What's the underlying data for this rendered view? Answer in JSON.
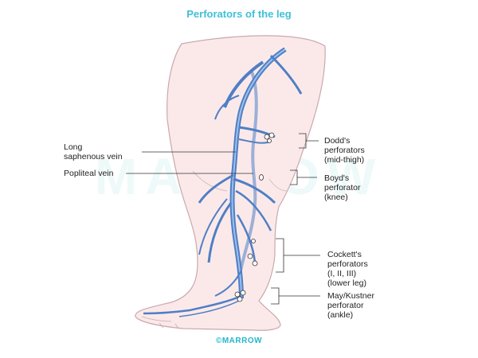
{
  "title": "Perforators of the leg",
  "watermark": "MARROW",
  "footer": "©MARROW",
  "colors": {
    "title": "#3fc0d8",
    "vein": "#4f7fc4",
    "skin": "#fbe9ea",
    "skin_outline": "#c9a9ae"
  },
  "left_labels": [
    {
      "lines": [
        "Long",
        "saphenous vein"
      ]
    },
    {
      "lines": [
        "Popliteal vein"
      ]
    }
  ],
  "right_labels": [
    {
      "lines": [
        "Dodd's",
        "perforators",
        "(mid-thigh)"
      ]
    },
    {
      "lines": [
        "Boyd's",
        "perforator",
        "(knee)"
      ]
    },
    {
      "lines": [
        "Cockett's",
        "perforators",
        "(I, II, III)",
        "(lower leg)"
      ]
    },
    {
      "lines": [
        "May/Kustner",
        "perforator",
        "(ankle)"
      ]
    }
  ]
}
